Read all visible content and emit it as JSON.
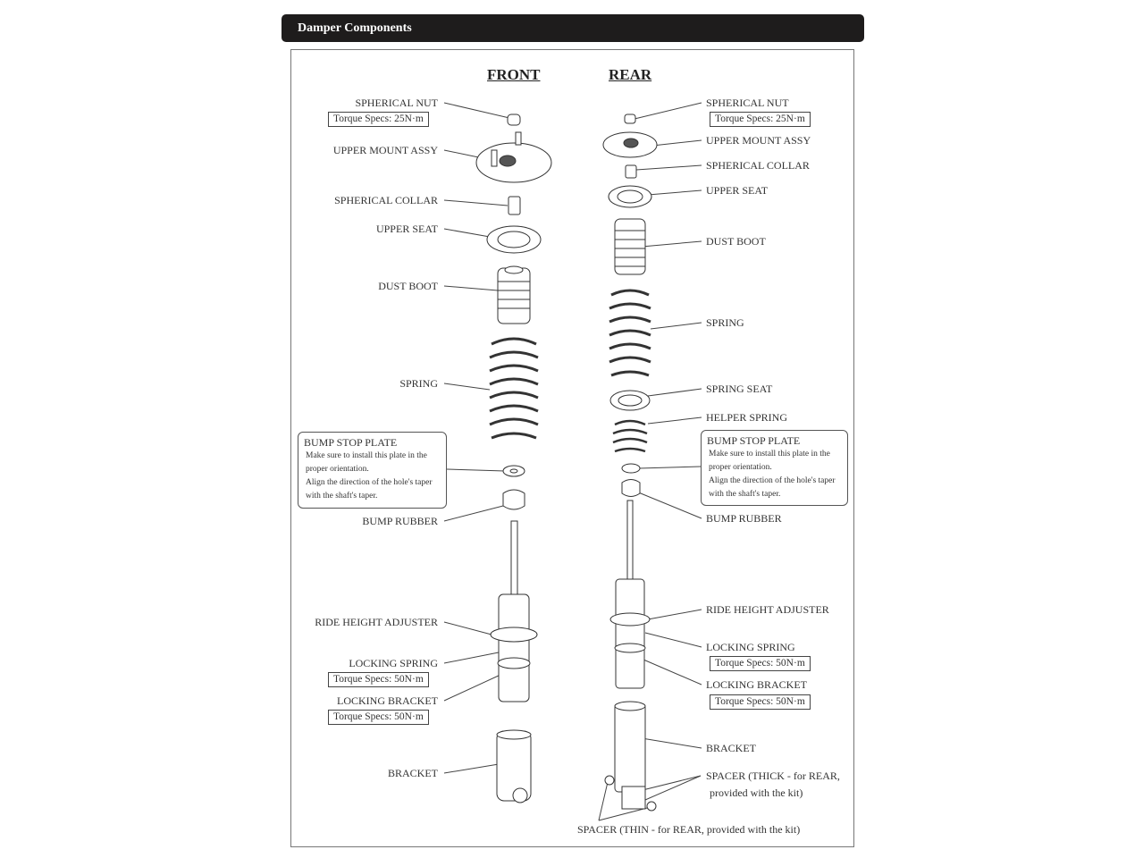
{
  "header": {
    "title": "Damper Components"
  },
  "front": {
    "title": "FRONT",
    "labels": [
      "SPHERICAL NUT",
      "UPPER MOUNT ASSY",
      "SPHERICAL COLLAR",
      "UPPER SEAT",
      "DUST BOOT",
      "SPRING",
      "BUMP RUBBER",
      "RIDE HEIGHT ADJUSTER",
      "LOCKING SPRING",
      "LOCKING BRACKET",
      "BRACKET"
    ],
    "torque": [
      "Torque Specs: 25N·m",
      "Torque Specs: 50N·m",
      "Torque Specs: 50N·m"
    ],
    "note": {
      "title": "BUMP STOP PLATE",
      "lines": [
        "Make sure to install this plate in the",
        "proper orientation.",
        "Align the direction of the hole's taper",
        "with the shaft's taper."
      ]
    }
  },
  "rear": {
    "title": "REAR",
    "labels": [
      "SPHERICAL NUT",
      "UPPER MOUNT ASSY",
      "SPHERICAL COLLAR",
      "UPPER SEAT",
      "DUST BOOT",
      "SPRING",
      "SPRING SEAT",
      "HELPER SPRING",
      "BUMP RUBBER",
      "RIDE HEIGHT ADJUSTER",
      "LOCKING SPRING",
      "LOCKING BRACKET",
      "BRACKET",
      "SPACER (THICK - for REAR,",
      "provided with the kit)",
      "SPACER (THIN - for REAR, provided with the kit)"
    ],
    "torque": [
      "Torque Specs: 25N·m",
      "Torque Specs: 50N·m",
      "Torque Specs: 50N·m"
    ],
    "note": {
      "title": "BUMP STOP PLATE",
      "lines": [
        "Make sure to install this plate in the",
        "proper orientation.",
        "Align the direction of the hole's taper",
        "with the shaft's taper."
      ]
    }
  }
}
